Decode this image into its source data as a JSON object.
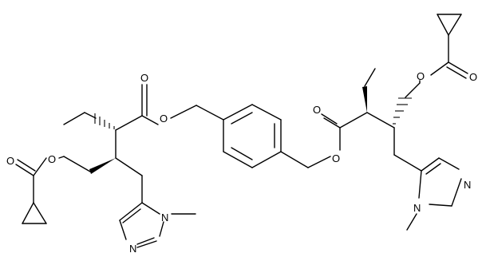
{
  "molecule": {
    "atom_labels": {
      "o_carbonyl_left_ester": "O",
      "o_ether_left_ester": "O",
      "o_carbonyl_left_cp": "O",
      "o_ether_left_cp": "O",
      "n_left_ring_n1": "N",
      "n_left_ring_methyl": "",
      "n_left_ring_n3": "N",
      "o_carbonyl_right_ester": "O",
      "o_ether_right_ester": "O",
      "o_ether_right_cp": "O",
      "o_carbonyl_right_cp": "O",
      "n_right_ring_n1": "N",
      "n_right_ring_n3": "N"
    }
  }
}
